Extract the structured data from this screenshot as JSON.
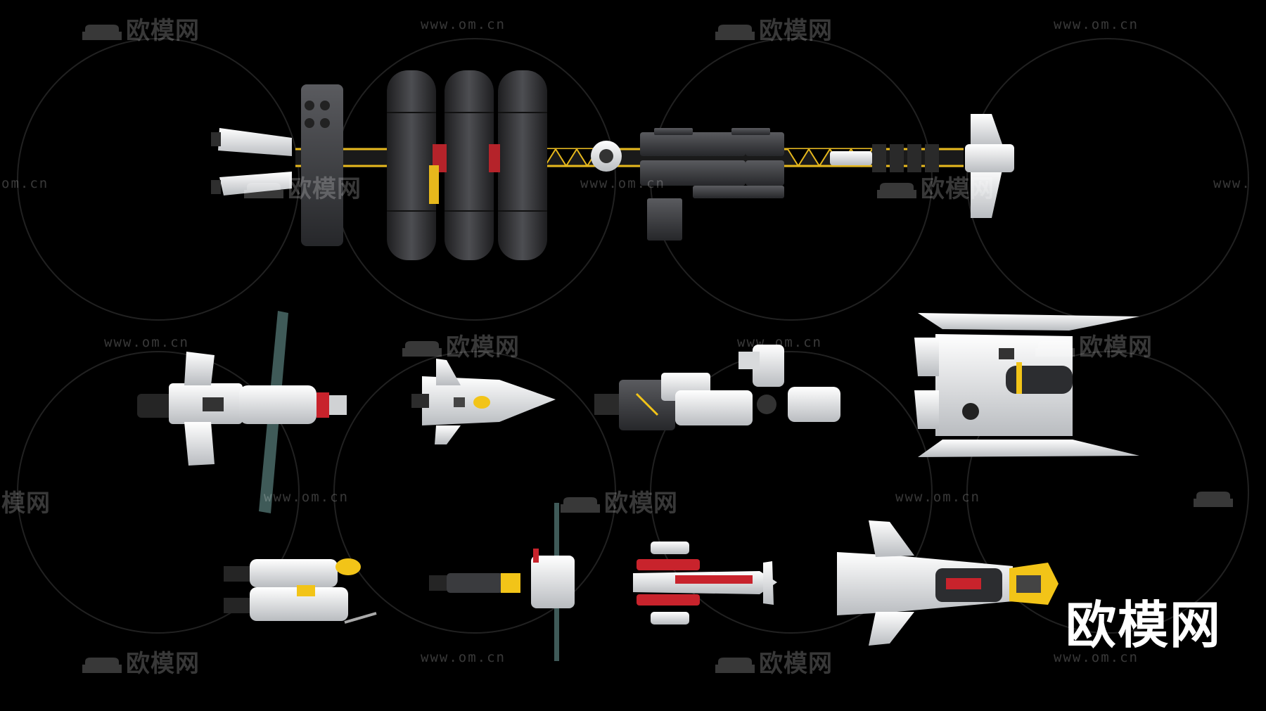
{
  "watermarks": {
    "url": "www.om.cn",
    "url_partial": "om.cn",
    "url_truncated": "www.",
    "brand": "欧模网",
    "brand_partial": "模网"
  },
  "logo": {
    "text": "欧模网"
  },
  "colors": {
    "background": "#000000",
    "hull_white": "#e4e6e8",
    "hull_grey": "#3c3d40",
    "accent_yellow": "#f2c418",
    "accent_red": "#c8232c",
    "solar_panel": "#3f5a58"
  },
  "icons": [
    "sofa-icon"
  ]
}
